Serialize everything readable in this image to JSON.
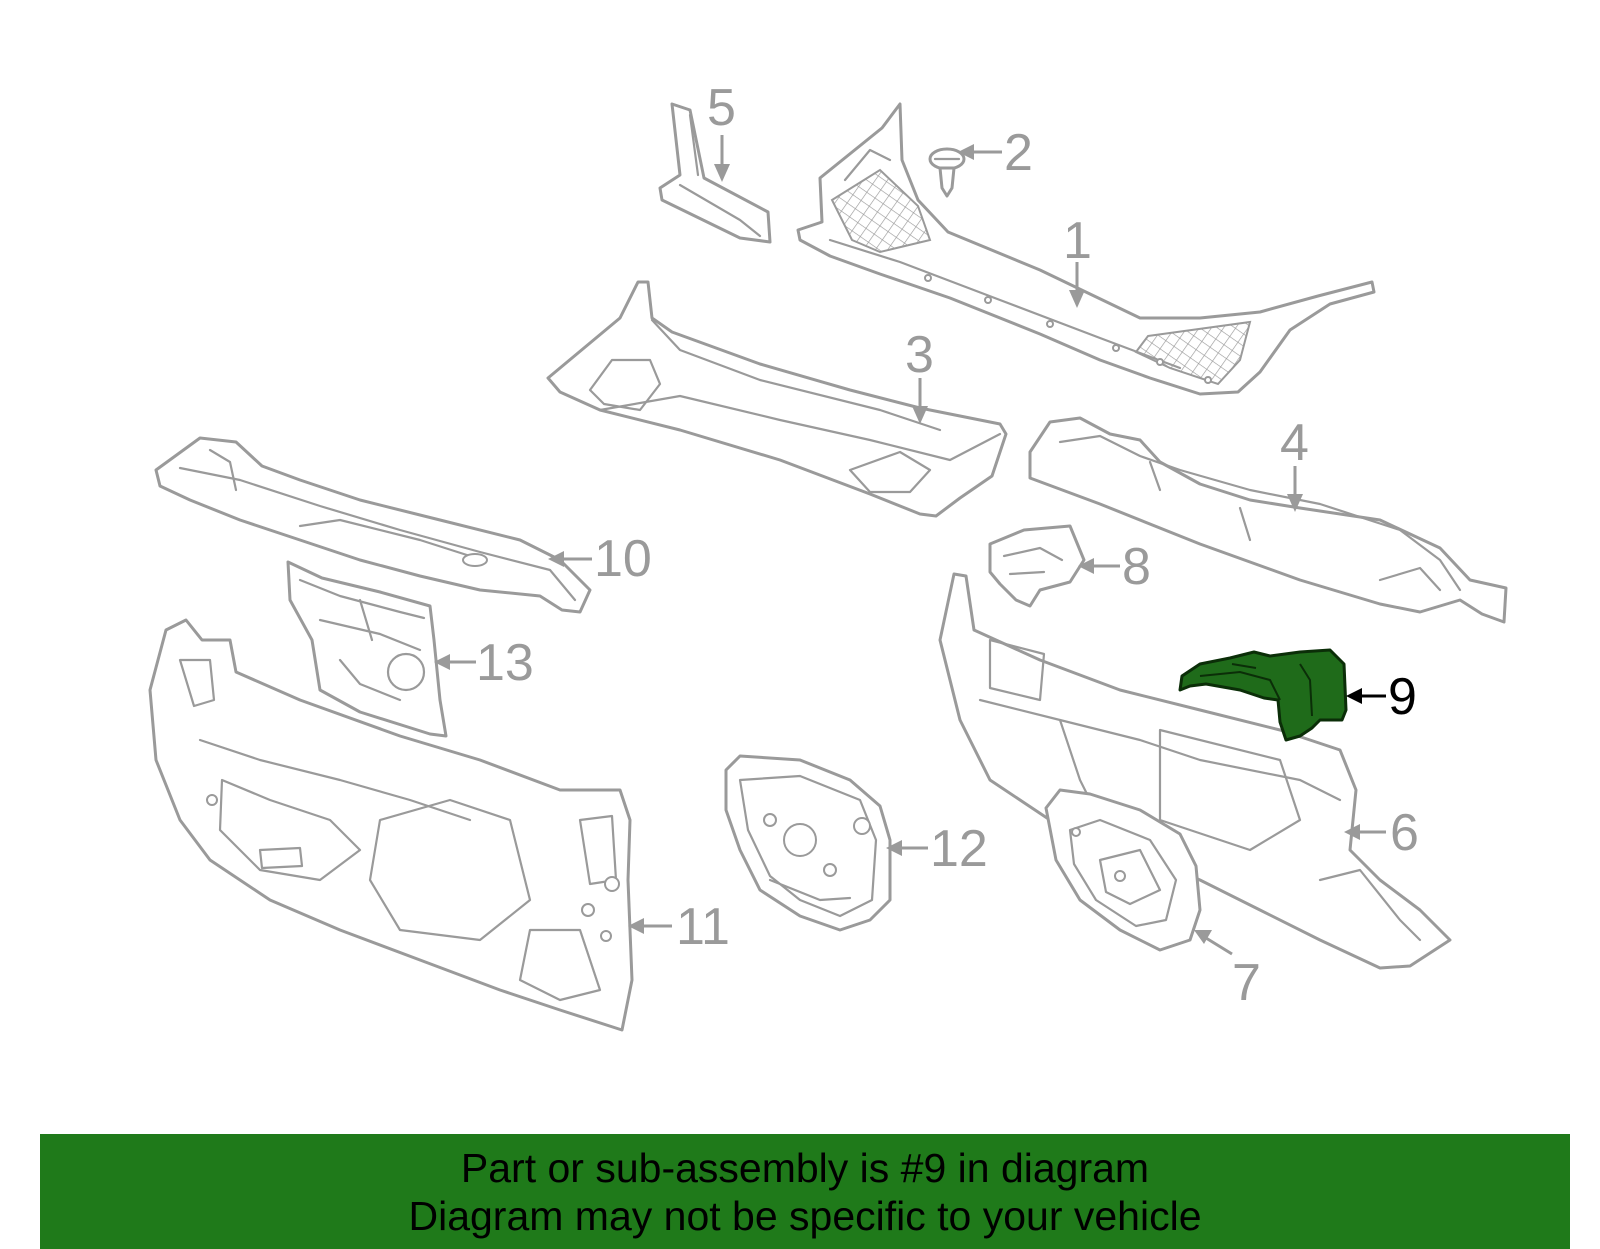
{
  "callouts": {
    "c1": "1",
    "c2": "2",
    "c3": "3",
    "c4": "4",
    "c5": "5",
    "c6": "6",
    "c7": "7",
    "c8": "8",
    "c9": "9",
    "c10": "10",
    "c11": "11",
    "c12": "12",
    "c13": "13"
  },
  "highlighted_part": "9",
  "colors": {
    "highlight": "#1f6b1a",
    "banner": "#1f7a1a",
    "line": "#9a9a9a"
  },
  "banner": {
    "line1": "Part or sub-assembly is #9 in diagram",
    "line2": "Diagram may not be specific to your vehicle"
  }
}
